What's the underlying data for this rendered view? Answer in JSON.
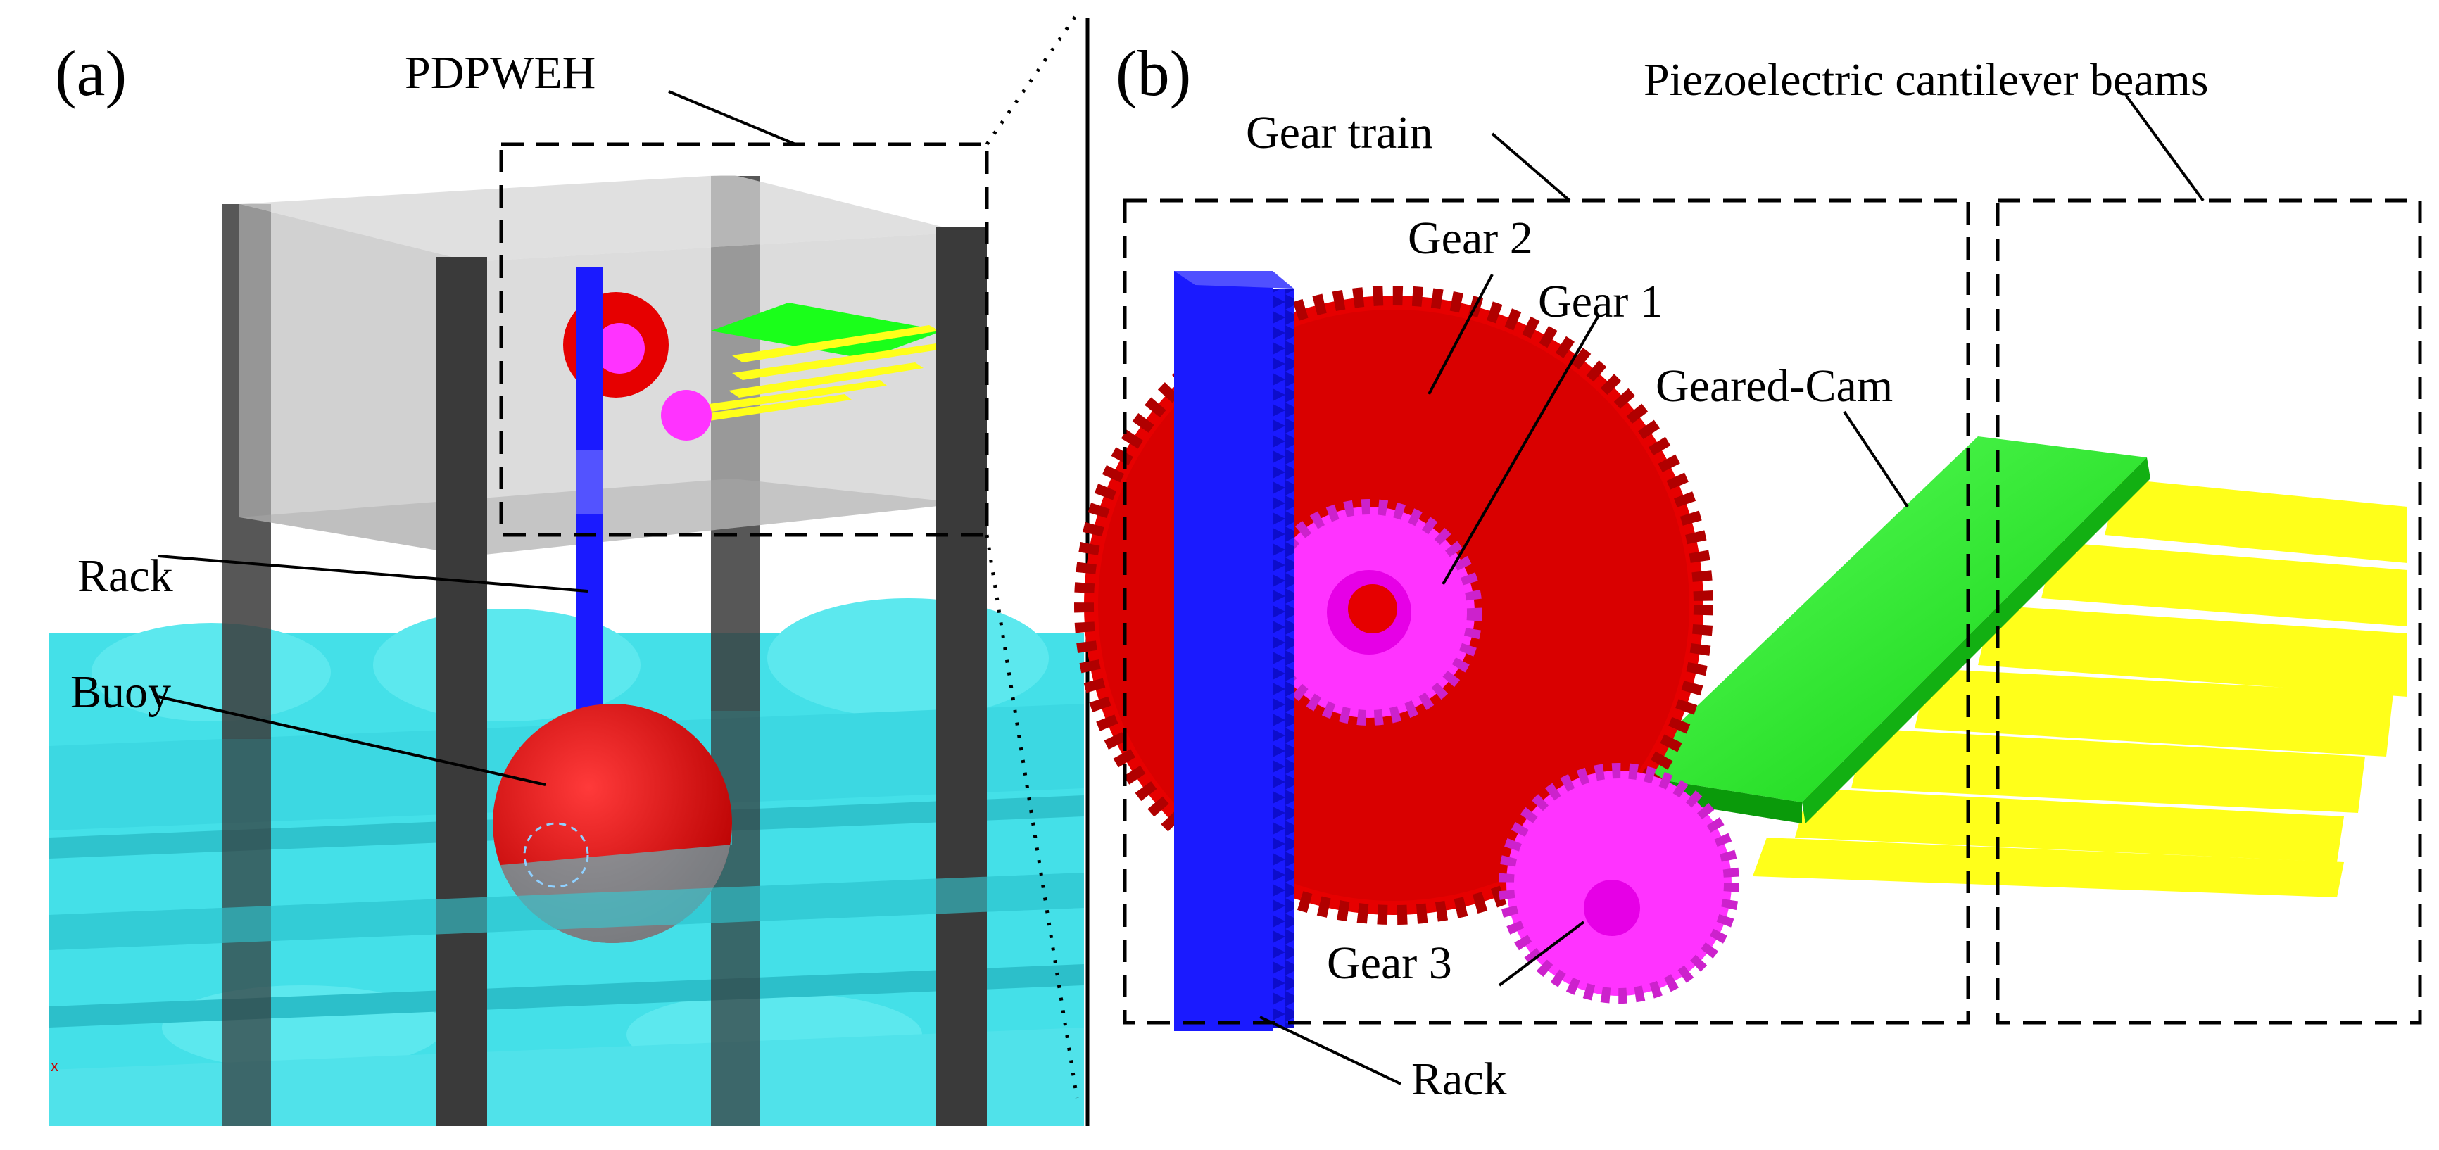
{
  "panel_a": {
    "label": "(a)",
    "labels": {
      "pdpweh": "PDPWEH",
      "rack": "Rack",
      "buoy": "Buoy"
    },
    "axis_marker": "x"
  },
  "panel_b": {
    "label": "(b)",
    "labels": {
      "gear_train": "Gear train",
      "piezo": "Piezoelectric cantilever beams",
      "gear2": "Gear 2",
      "gear1": "Gear 1",
      "geared_cam": "Geared-Cam",
      "gear3": "Gear 3",
      "rack": "Rack"
    }
  },
  "colors": {
    "water": "#44e0e8",
    "frame": "#3a3a3a",
    "enclosure": "#bfbfbf",
    "rack": "#1a1aff",
    "gear_red": "#e60000",
    "gear_magenta": "#ff33ff",
    "cam_green": "#1aff1a",
    "beam_yellow": "#ffff1a"
  }
}
